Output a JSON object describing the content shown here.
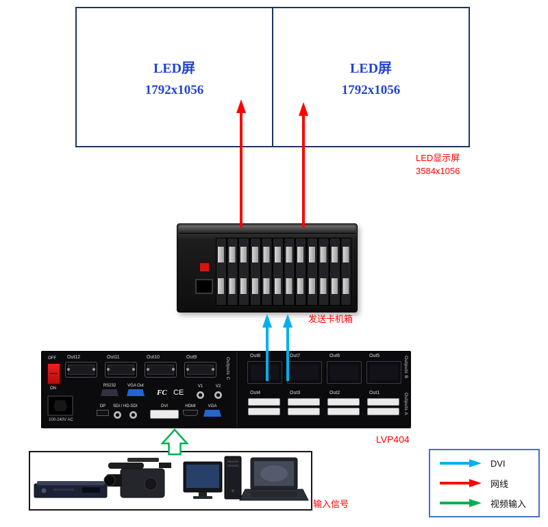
{
  "colors": {
    "dvi": "#00B0F0",
    "ethernet": "#FF0000",
    "video_input": "#00B050",
    "led_text": "#2244CC",
    "note_red": "#FF0000",
    "led_border": "#17375E",
    "legend_border": "#4472C4"
  },
  "led_display": {
    "panels": [
      {
        "name": "LED屏",
        "resolution": "1792x1056"
      },
      {
        "name": "LED屏",
        "resolution": "1792x1056"
      }
    ],
    "total_label": "LED显示屏",
    "total_resolution": "3584x1056"
  },
  "sender_box": {
    "label": "发送卡机箱"
  },
  "processor": {
    "label": "LVP404",
    "switch": {
      "off": "OFF",
      "on": "ON"
    },
    "power_rating": "100-240V AC",
    "outputs_c": [
      "Out12",
      "Out11",
      "Out10",
      "Out9"
    ],
    "outputs_b": [
      "Out8",
      "Out7",
      "Out6",
      "Out5"
    ],
    "outputs_a": [
      "Out4",
      "Out3",
      "Out2",
      "Out1"
    ],
    "sections": {
      "c": "Outputs C",
      "b": "Outputs B",
      "a": "Outputs A"
    },
    "ports": {
      "rs232": "RS232",
      "vga_out": "VGA Out",
      "fcc": "FC",
      "ce": "CE",
      "v1": "V1",
      "v2": "V2",
      "dp": "DP",
      "sdi": "SDI / HD-SDI",
      "dvi": "DVI",
      "hdmi": "HDMI",
      "vga": "VGA"
    }
  },
  "input_box": {
    "label": "输入信号"
  },
  "legend": {
    "items": [
      {
        "label": "DVI",
        "color": "#00B0F0"
      },
      {
        "label": "网线",
        "color": "#FF0000"
      },
      {
        "label": "视频输入",
        "color": "#00B050"
      }
    ]
  }
}
